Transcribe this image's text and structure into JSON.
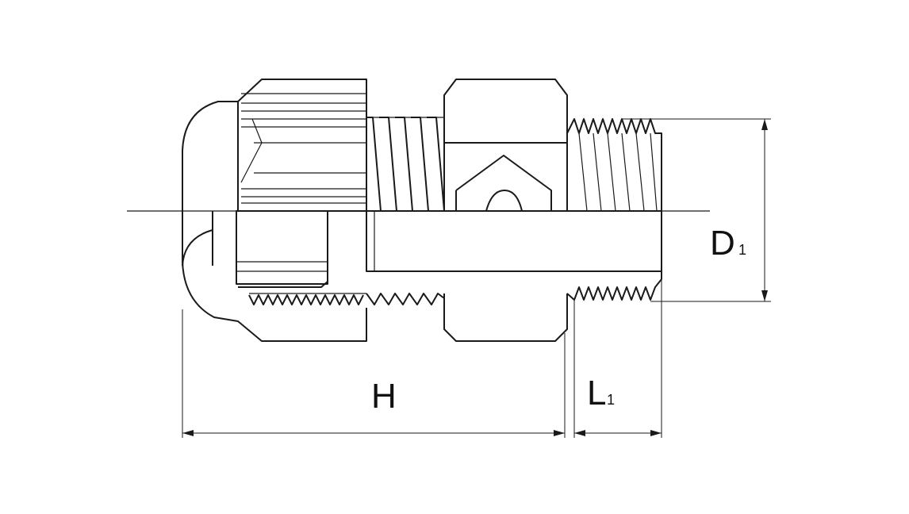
{
  "diagram": {
    "labels": {
      "height_main": "H",
      "length_main": "L",
      "length_sub": "1",
      "diameter_main": "D",
      "diameter_sub": "1"
    },
    "colors": {
      "stroke": "#1a1a1a",
      "background": "#ffffff"
    }
  }
}
